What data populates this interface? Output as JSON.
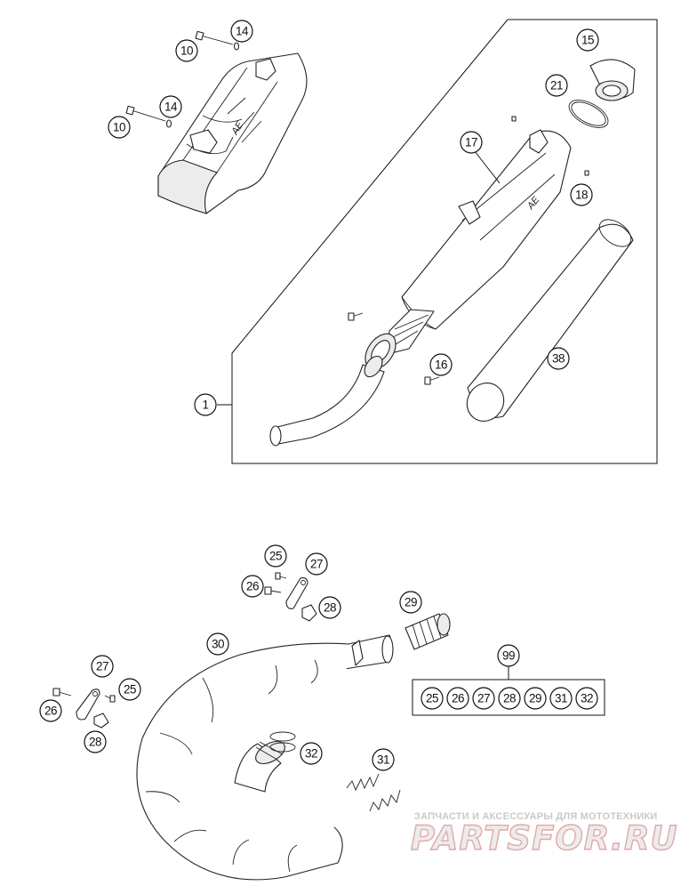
{
  "callouts": {
    "c10a": "10",
    "c14a": "14",
    "c10b": "10",
    "c14b": "14",
    "c15": "15",
    "c21": "21",
    "c17": "17",
    "c18": "18",
    "c16": "16",
    "c38": "38",
    "c1": "1",
    "c25a": "25",
    "c27a": "27",
    "c26a": "26",
    "c28a": "28",
    "c29": "29",
    "c30": "30",
    "c99": "99",
    "c27b": "27",
    "c25b": "25",
    "c26b": "26",
    "c28b": "28",
    "c32": "32",
    "c31": "31"
  },
  "kit": [
    "25",
    "26",
    "27",
    "28",
    "29",
    "31",
    "32"
  ],
  "watermark": {
    "caption": "ЗАПЧАСТИ И АКСЕССУАРЫ ДЛЯ МОТОТЕХНИКИ",
    "brand": "PARTSFOR.RU"
  }
}
